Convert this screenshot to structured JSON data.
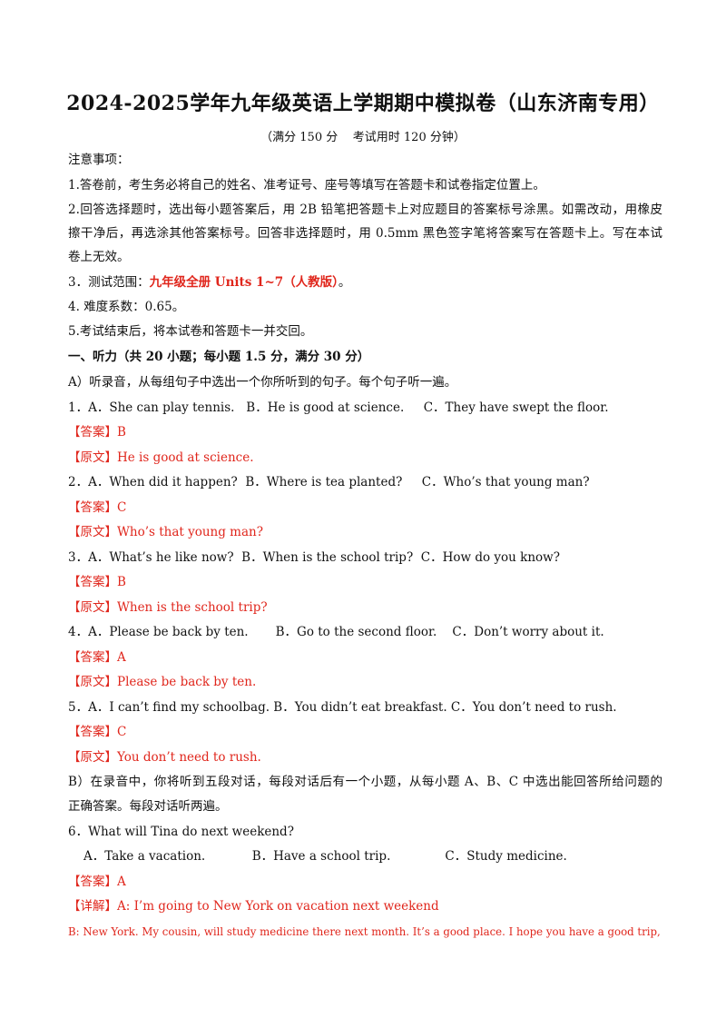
{
  "header": {
    "title": "2024-2025学年九年级英语上学期期中模拟卷（山东济南专用）",
    "subtitle": "（满分 150 分    考试用时 120 分钟）"
  },
  "notes": {
    "heading": "注意事项：",
    "item1": "1.答卷前，考生务必将自己的姓名、准考证号、座号等填写在答题卡和试卷指定位置上。",
    "item2_line1": "2.回答选择题时，选出每小题答案后，用 2B 铅笔把答题卡上对应题目的答案标号涂黑。如需改动，用橡皮",
    "item2_line2": "擦干净后，再选涂其他答案标号。回答非选择题时，用 0.5mm 黑色签字笔将答案写在答题卡上。写在本试",
    "item2_line3": "卷上无效。",
    "item3_prefix": "3．测试范围：",
    "item3_scope": "九年级全册 Units 1~7（人教版）",
    "item3_suffix": "。",
    "item4": "4. 难度系数：0.65。",
    "item5": "5.考试结束后，将本试卷和答题卡一并交回。"
  },
  "section1": {
    "heading": "一、听力（共 20 小题；每小题 1.5 分，满分 30 分）",
    "partA": "A）听录音，从每组句子中选出一个你所听到的句子。每个句子听一遍。",
    "partB_line1": "B）在录音中，你将听到五段对话，每段对话后有一个小题，从每小题 A、B、C 中选出能回答所给问题的",
    "partB_line2": "正确答案。每段对话听两遍。"
  },
  "questions": [
    {
      "options": "1．A．She can play tennis.   B．He is good at science.     C．They have swept the floor.",
      "answer": "【答案】B",
      "source": "【原文】He is good at science."
    },
    {
      "options": "2．A．When did it happen?  B．Where is tea planted?     C．Who’s that young man?",
      "answer": "【答案】C",
      "source": "【原文】Who’s that young man?"
    },
    {
      "options": "3．A．What’s he like now?  B．When is the school trip?  C．How do you know?",
      "answer": "【答案】B",
      "source": "【原文】When is the school trip?"
    },
    {
      "options": "4．A．Please be back by ten.       B．Go to the second floor.    C．Don’t worry about it.",
      "answer": "【答案】A",
      "source": "【原文】Please be back by ten."
    },
    {
      "options": "5．A．I can’t find my schoolbag. B．You didn’t eat breakfast. C．You don’t need to rush.",
      "answer": "【答案】C",
      "source": "【原文】You don’t need to rush."
    }
  ],
  "q6": {
    "stem": "6．What will Tina do next weekend?",
    "options": "A．Take a vacation.            B．Have a school trip.              C．Study medicine.",
    "answer": "【答案】A",
    "detail_label": "【详解】",
    "detail_line1": "A: I’m going to New York on vacation next weekend",
    "detail_line2": "B: New York. My cousin, will study medicine there next month. It’s a good place. I hope you have a good trip,"
  }
}
